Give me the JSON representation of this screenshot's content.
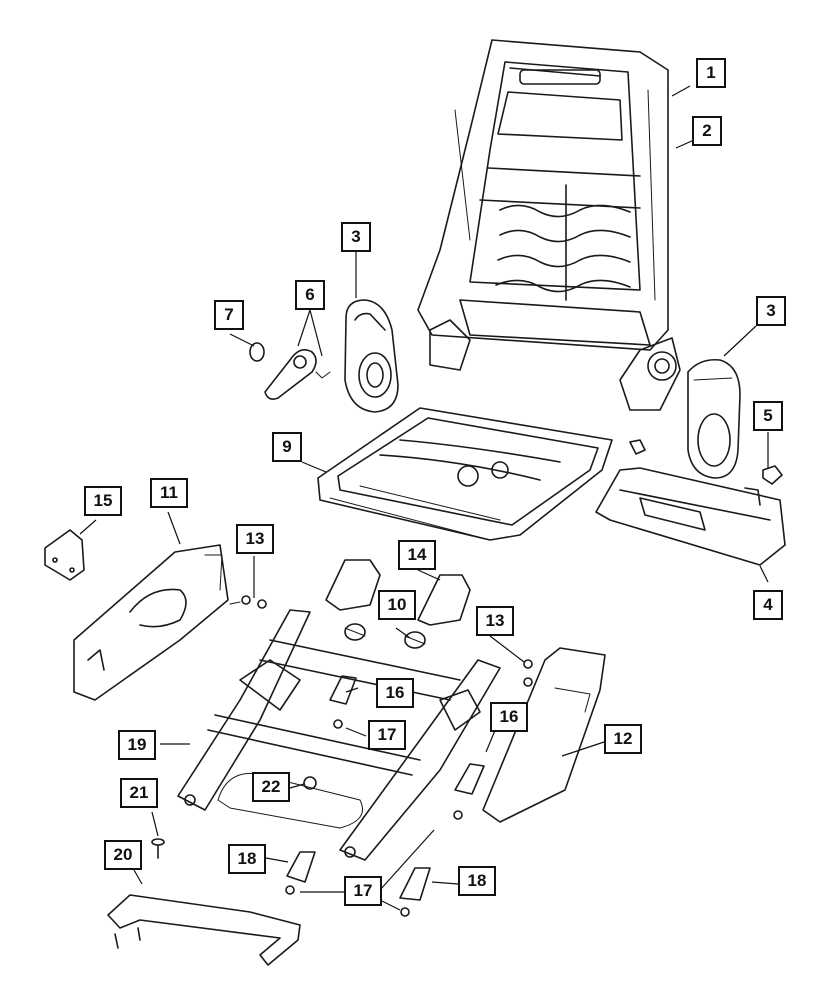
{
  "callouts": [
    {
      "id": "c1",
      "label": "1"
    },
    {
      "id": "c2",
      "label": "2"
    },
    {
      "id": "c3a",
      "label": "3"
    },
    {
      "id": "c3b",
      "label": "3"
    },
    {
      "id": "c4",
      "label": "4"
    },
    {
      "id": "c5",
      "label": "5"
    },
    {
      "id": "c6",
      "label": "6"
    },
    {
      "id": "c7",
      "label": "7"
    },
    {
      "id": "c9",
      "label": "9"
    },
    {
      "id": "c10",
      "label": "10"
    },
    {
      "id": "c11",
      "label": "11"
    },
    {
      "id": "c12",
      "label": "12"
    },
    {
      "id": "c13a",
      "label": "13"
    },
    {
      "id": "c13b",
      "label": "13"
    },
    {
      "id": "c14",
      "label": "14"
    },
    {
      "id": "c15",
      "label": "15"
    },
    {
      "id": "c16a",
      "label": "16"
    },
    {
      "id": "c16b",
      "label": "16"
    },
    {
      "id": "c17a",
      "label": "17"
    },
    {
      "id": "c17b",
      "label": "17"
    },
    {
      "id": "c18a",
      "label": "18"
    },
    {
      "id": "c18b",
      "label": "18"
    },
    {
      "id": "c19",
      "label": "19"
    },
    {
      "id": "c20",
      "label": "20"
    },
    {
      "id": "c21",
      "label": "21"
    },
    {
      "id": "c22",
      "label": "22"
    }
  ]
}
